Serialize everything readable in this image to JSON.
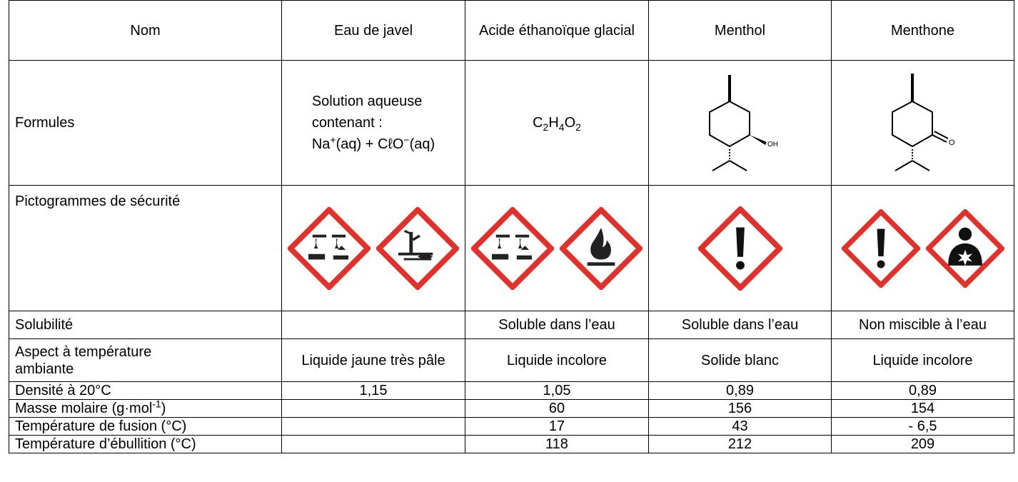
{
  "headers": [
    "Nom",
    "Eau de javel",
    "Acide éthanoïque glacial",
    "Menthol",
    "Menthone"
  ],
  "rows": {
    "formules": {
      "label": "Formules",
      "javel": {
        "line1": "Solution aqueuse",
        "line2": "contenant :",
        "line3_a": "Na",
        "line3_sup1": "+",
        "line3_b": "(aq) + CℓO",
        "line3_sup2": "−",
        "line3_c": "(aq)"
      },
      "acide": {
        "c": "C",
        "c_sub": "2",
        "h": "H",
        "h_sub": "4",
        "o": "O",
        "o_sub": "2"
      },
      "menthol_label": "OH",
      "menthone_label": "O"
    },
    "pictogrammes": {
      "label": "Pictogrammes de sécurité",
      "javel": [
        "corrosive-pictogram",
        "environment-pictogram"
      ],
      "acide": [
        "corrosive-pictogram",
        "flammable-pictogram"
      ],
      "menthol": [
        "exclamation-pictogram"
      ],
      "menthone": [
        "exclamation-pictogram",
        "health-hazard-pictogram"
      ]
    },
    "solubilite": {
      "label": "Solubilité",
      "javel": "",
      "acide": "Soluble dans l’eau",
      "menthol": "Soluble dans l’eau",
      "menthone": "Non miscible à l’eau"
    },
    "aspect": {
      "label": "Aspect à température ambiante",
      "javel": "Liquide jaune très pâle",
      "acide": "Liquide incolore",
      "menthol": "Solide blanc",
      "menthone": "Liquide incolore"
    },
    "densite": {
      "label": "Densité à 20°C",
      "javel": "1,15",
      "acide": "1,05",
      "menthol": "0,89",
      "menthone": "0,89"
    },
    "masse": {
      "label_a": "Masse molaire (g·mol",
      "label_sup": "-1",
      "label_b": ")",
      "javel": "",
      "acide": "60",
      "menthol": "156",
      "menthone": "154"
    },
    "fusion": {
      "label": "Température de fusion (°C)",
      "javel": "",
      "acide": "17",
      "menthol": "43",
      "menthone": "- 6,5"
    },
    "ebullition": {
      "label": "Température d’ébullition (°C)",
      "javel": "",
      "acide": "118",
      "menthol": "212",
      "menthone": "209"
    }
  },
  "colors": {
    "hazard_red": "#e0322c",
    "border": "#000000"
  }
}
